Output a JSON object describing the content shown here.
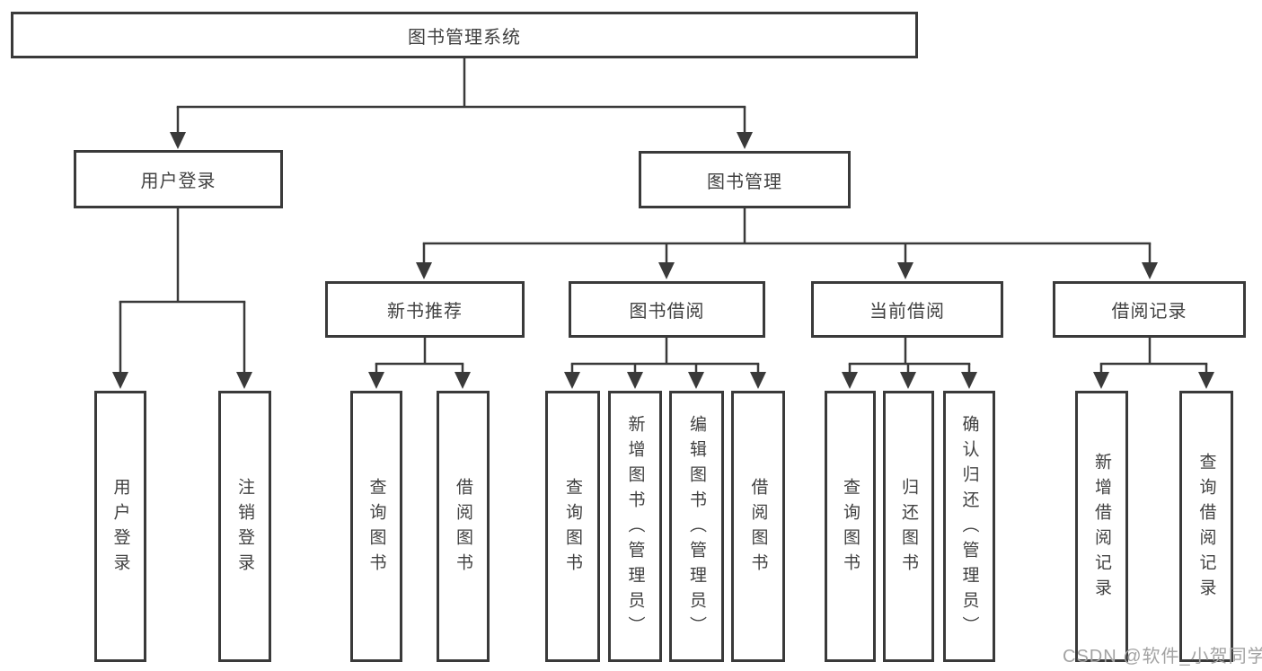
{
  "diagram": {
    "root": {
      "label": "图书管理系统"
    },
    "branches": [
      {
        "label": "用户登录",
        "children": [
          "用户登录",
          "注销登录"
        ]
      },
      {
        "label": "图书管理",
        "sections": [
          {
            "label": "新书推荐",
            "children": [
              "查询图书",
              "借阅图书"
            ]
          },
          {
            "label": "图书借阅",
            "children": [
              "查询图书",
              "新增图书（管理员）",
              "编辑图书（管理员）",
              "借阅图书"
            ]
          },
          {
            "label": "当前借阅",
            "children": [
              "查询图书",
              "归还图书",
              "确认归还（管理员）"
            ]
          },
          {
            "label": "借阅记录",
            "children": [
              "新增借阅记录",
              "查询借阅记录"
            ]
          }
        ]
      }
    ]
  },
  "watermark": "CSDN @软件_小贺同学",
  "colors": {
    "line": "#3a3a3a",
    "text": "#414141",
    "watermark": "#a3a3a3",
    "background": "#ffffff"
  }
}
